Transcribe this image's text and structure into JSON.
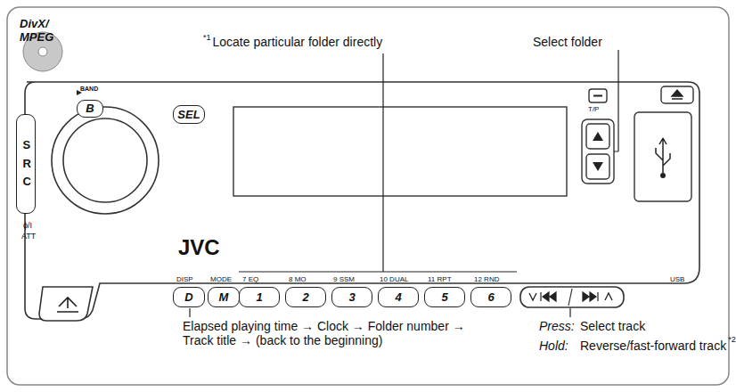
{
  "diagram": {
    "nodes": [
      {
        "text": [
          "B"
        ]
      },
      {
        "text": [
          "SEL"
        ]
      },
      {
        "text": [
          "SRC"
        ]
      },
      {
        "text": [
          "D"
        ]
      },
      {
        "text": [
          "M"
        ]
      },
      {
        "text": [
          "1"
        ]
      },
      {
        "text": [
          "2"
        ]
      },
      {
        "text": [
          "3"
        ]
      },
      {
        "text": [
          "4"
        ]
      },
      {
        "text": [
          "5"
        ]
      },
      {
        "text": [
          "6"
        ]
      }
    ],
    "labels": [
      "DivX/ MPEG",
      "*1",
      "Locate particular folder directly",
      "Select folder",
      "BAND",
      "ϕ/I",
      "ATT",
      "JVC",
      "DISP",
      "MODE",
      "7 EQ",
      "8 MO",
      "9 SSM",
      "10 DUAL",
      "11 RPT",
      "12 RND",
      "T/P",
      "USB",
      "Elapsed playing time → Clock → Folder number → Track title → (back to the beginning)",
      "Press:",
      "Select track",
      "Hold:",
      "Reverse/fast-forward track",
      "*2"
    ]
  }
}
